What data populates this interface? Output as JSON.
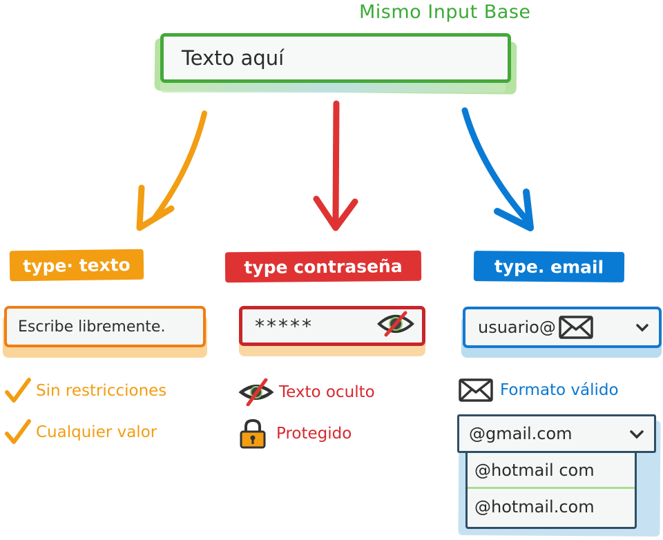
{
  "diagram": {
    "title": "Mismo Input Base",
    "base_input": {
      "value": "Texto aquí",
      "border_color": "#44a83a"
    },
    "branches": [
      {
        "tag": "type· texto",
        "color": "#f29d12",
        "input_value": "Escribe libremente.",
        "features": [
          {
            "icon": "checkmark-icon",
            "label": "Sin restricciones"
          },
          {
            "icon": "checkmark-icon",
            "label": "Cualquier valor"
          }
        ]
      },
      {
        "tag": "type contraseña",
        "color": "#df3333",
        "input_value": "*****",
        "input_icon": "eye-slash-icon",
        "features": [
          {
            "icon": "eye-slash-icon",
            "label": "Texto oculto"
          },
          {
            "icon": "lock-icon",
            "label": "Protegido"
          }
        ]
      },
      {
        "tag": "type. email",
        "color": "#0a7bd4",
        "input_value": "usuario@",
        "input_icons": [
          "envelope-icon",
          "chevron-down-icon"
        ],
        "features": [
          {
            "icon": "envelope-icon",
            "label": "Formato válido"
          }
        ],
        "dropdown": {
          "selected": "@gmail.com",
          "options": [
            "@hotmail com",
            "@hotmail.com"
          ]
        }
      }
    ]
  }
}
